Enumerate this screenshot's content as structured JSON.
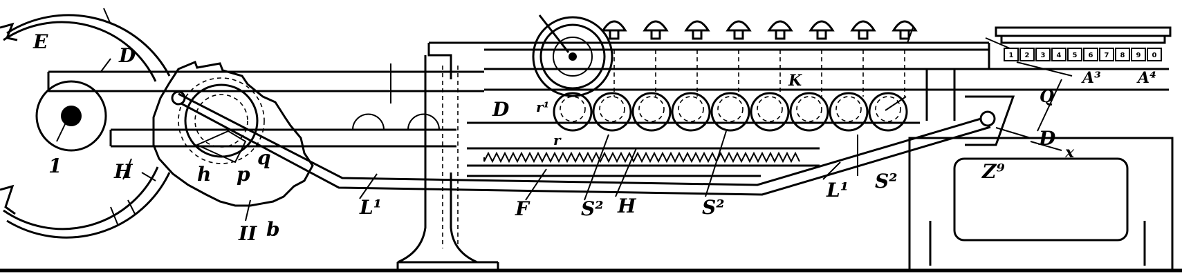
{
  "labels": {
    "E": "E",
    "D_left": "D",
    "D_mid": "D",
    "D_right": "D",
    "H_left": "H",
    "H_mid": "H",
    "h": "h",
    "p": "p",
    "q": "q",
    "II": "II",
    "b": "b",
    "L1_left": "L¹",
    "L1_right": "L¹",
    "F": "F",
    "S2_a": "S²",
    "S2_b": "S²",
    "S2_c": "S²",
    "K": "K",
    "r": "r",
    "r1": "r¹",
    "Q": "Q",
    "Z9": "Z⁹",
    "x": "x",
    "A3": "A³",
    "A4": "A⁴",
    "one": "1"
  },
  "key_numbers": [
    "1",
    "2",
    "3",
    "4",
    "5",
    "6",
    "7",
    "8",
    "9",
    "0"
  ]
}
